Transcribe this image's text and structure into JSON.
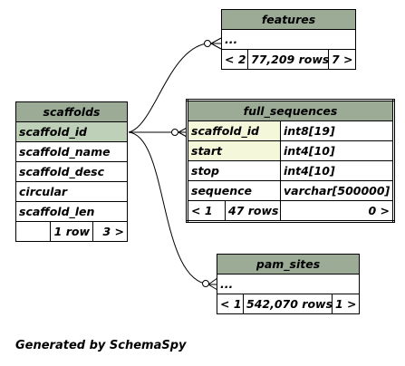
{
  "tables": {
    "features": {
      "name": "features",
      "columns": [
        "..."
      ],
      "footer": {
        "parents": "< 2",
        "rows": "77,209 rows",
        "children": "7 >"
      }
    },
    "scaffolds": {
      "name": "scaffolds",
      "columns": [
        "scaffold_id",
        "scaffold_name",
        "scaffold_desc",
        "circular",
        "scaffold_len"
      ],
      "footer": {
        "parents": "",
        "rows": "1 row",
        "children": "3 >"
      }
    },
    "full_sequences": {
      "name": "full_sequences",
      "columns": [
        {
          "name": "scaffold_id",
          "type": "int8[19]"
        },
        {
          "name": "start",
          "type": "int4[10]"
        },
        {
          "name": "stop",
          "type": "int4[10]"
        },
        {
          "name": "sequence",
          "type": "varchar[500000]"
        }
      ],
      "footer": {
        "parents": "< 1",
        "rows": "47 rows",
        "children": "0 >"
      }
    },
    "pam_sites": {
      "name": "pam_sites",
      "columns": [
        "..."
      ],
      "footer": {
        "parents": "< 1",
        "rows": "542,070 rows",
        "children": "1 >"
      }
    }
  },
  "footer_text": "Generated by SchemaSpy",
  "colors": {
    "header": "#9bab96",
    "selected": "#bed1b8",
    "key": "#f4f7da"
  }
}
